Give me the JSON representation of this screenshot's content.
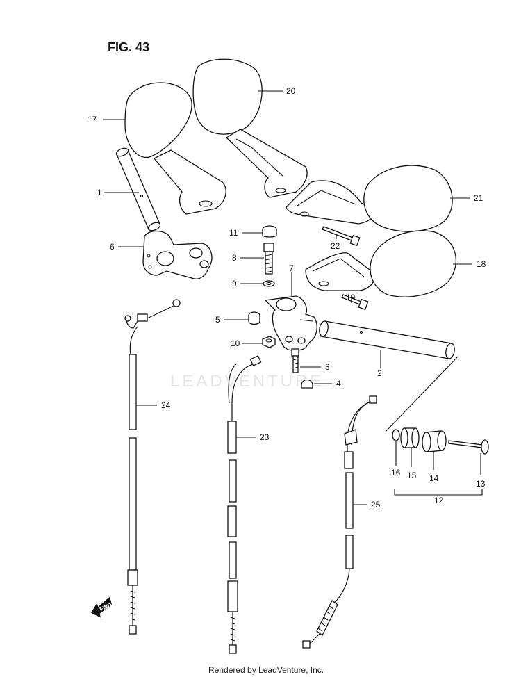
{
  "figure": {
    "title": "FIG. 43"
  },
  "watermark": "LEADVENTURE",
  "footer": "Rendered by LeadVenture, Inc.",
  "direction_marker": "FWD",
  "labels": {
    "p1": "1",
    "p2": "2",
    "p3": "3",
    "p4": "4",
    "p5": "5",
    "p6": "6",
    "p7": "7",
    "p8": "8",
    "p9": "9",
    "p10": "10",
    "p11": "11",
    "p12": "12",
    "p13": "13",
    "p14": "14",
    "p15": "15",
    "p16": "16",
    "p17": "17",
    "p18": "18",
    "p19": "19",
    "p20": "20",
    "p21": "21",
    "p22": "22",
    "p23": "23",
    "p24": "24",
    "p25": "25"
  }
}
